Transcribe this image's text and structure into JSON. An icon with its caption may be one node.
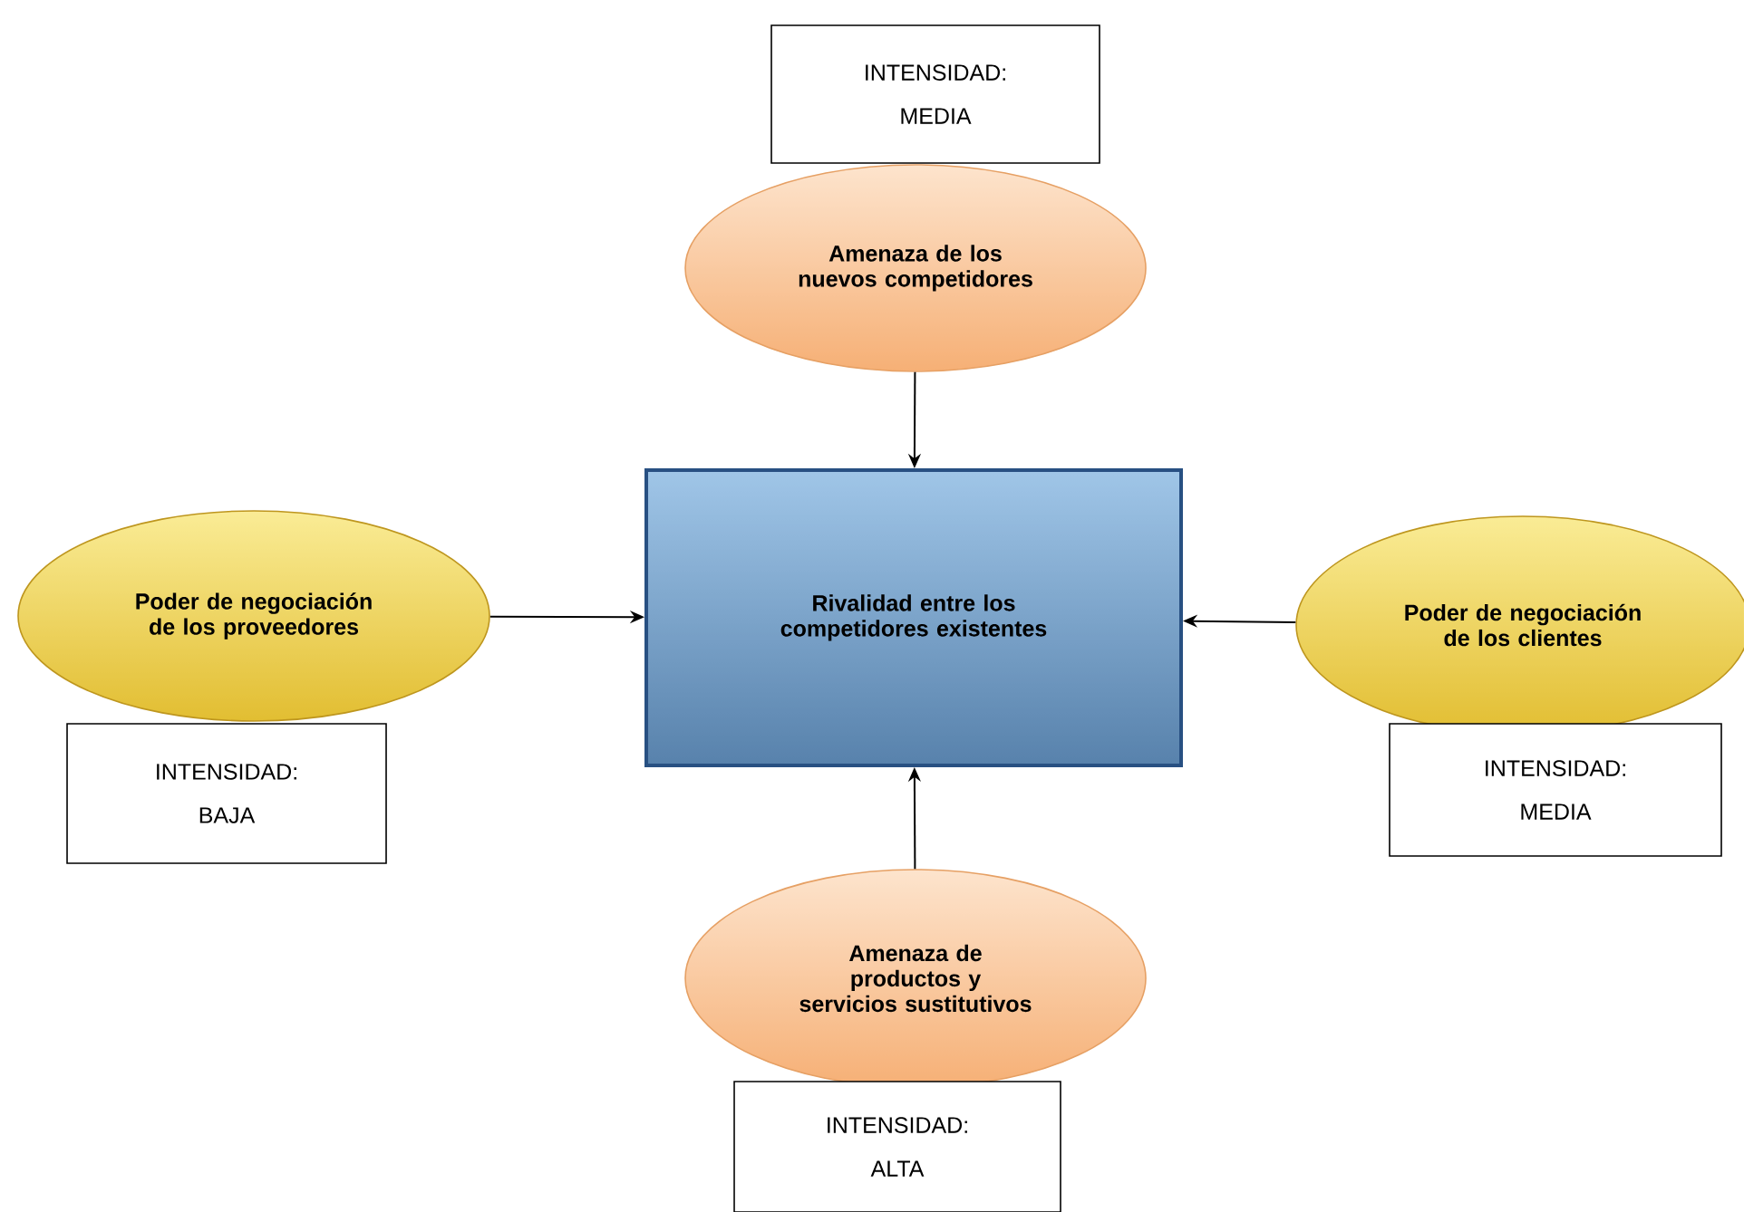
{
  "diagram": {
    "nodes": [
      {
        "text": [
          "INTENSIDAD:",
          "MEDIA"
        ]
      },
      {
        "text": [
          "Amenaza de los nuevos competidores"
        ]
      },
      {
        "text": [
          "Poder de negociación de los proveedores"
        ]
      },
      {
        "text": [
          "Rivalidad entre los competidores existentes"
        ]
      },
      {
        "text": [
          "Poder de negociación de los clientes"
        ]
      },
      {
        "text": [
          "INTENSIDAD:",
          "BAJA"
        ]
      },
      {
        "text": [
          "INTENSIDAD:",
          "MEDIA"
        ]
      },
      {
        "text": [
          "Amenaza de productos y servicios sustitutivos"
        ]
      },
      {
        "text": [
          "INTENSIDAD:",
          "ALTA"
        ]
      }
    ],
    "edges": [
      {
        "from": 1,
        "to": 3,
        "arrow": "to"
      },
      {
        "from": 2,
        "to": 3,
        "arrow": "to"
      },
      {
        "from": 4,
        "to": 3,
        "arrow": "to"
      },
      {
        "from": 7,
        "to": 3,
        "arrow": "to"
      }
    ]
  }
}
